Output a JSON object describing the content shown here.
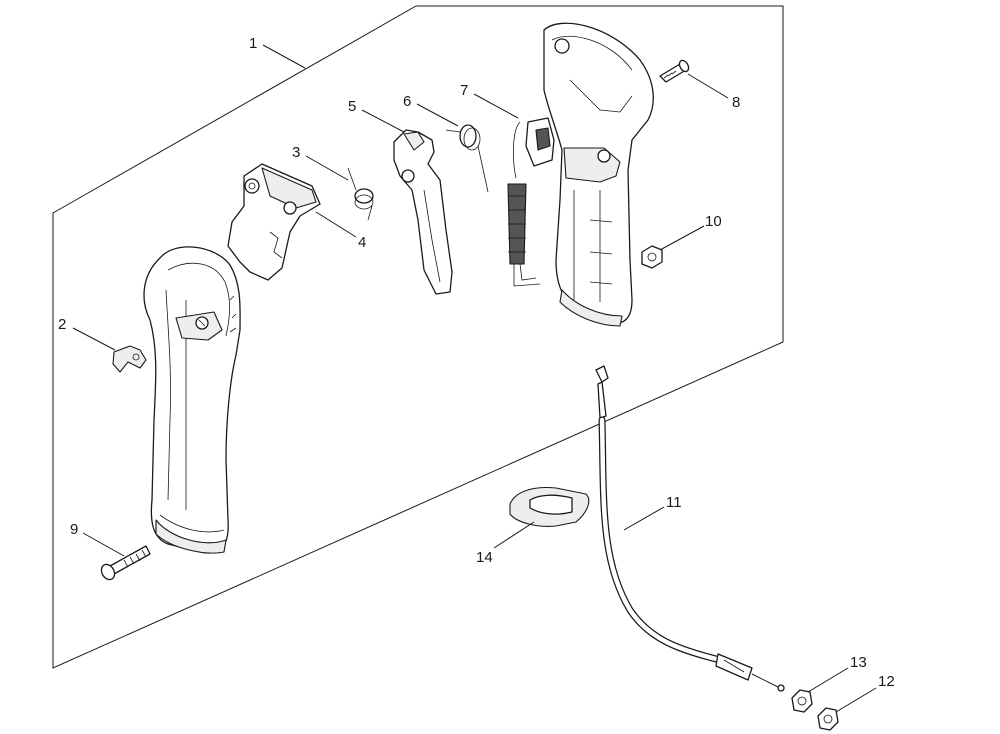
{
  "diagram": {
    "callouts": [
      {
        "id": "1",
        "label": "1"
      },
      {
        "id": "2",
        "label": "2"
      },
      {
        "id": "3",
        "label": "3"
      },
      {
        "id": "4",
        "label": "4"
      },
      {
        "id": "5",
        "label": "5"
      },
      {
        "id": "6",
        "label": "6"
      },
      {
        "id": "7",
        "label": "7"
      },
      {
        "id": "8",
        "label": "8"
      },
      {
        "id": "9",
        "label": "9"
      },
      {
        "id": "10",
        "label": "10"
      },
      {
        "id": "11",
        "label": "11"
      },
      {
        "id": "12",
        "label": "12"
      },
      {
        "id": "13",
        "label": "13"
      },
      {
        "id": "14",
        "label": "14"
      }
    ],
    "colors": {
      "line": "#1a1a1a",
      "fill": "#ffffff",
      "shade": "#eeeeee",
      "dark": "#555555"
    }
  }
}
